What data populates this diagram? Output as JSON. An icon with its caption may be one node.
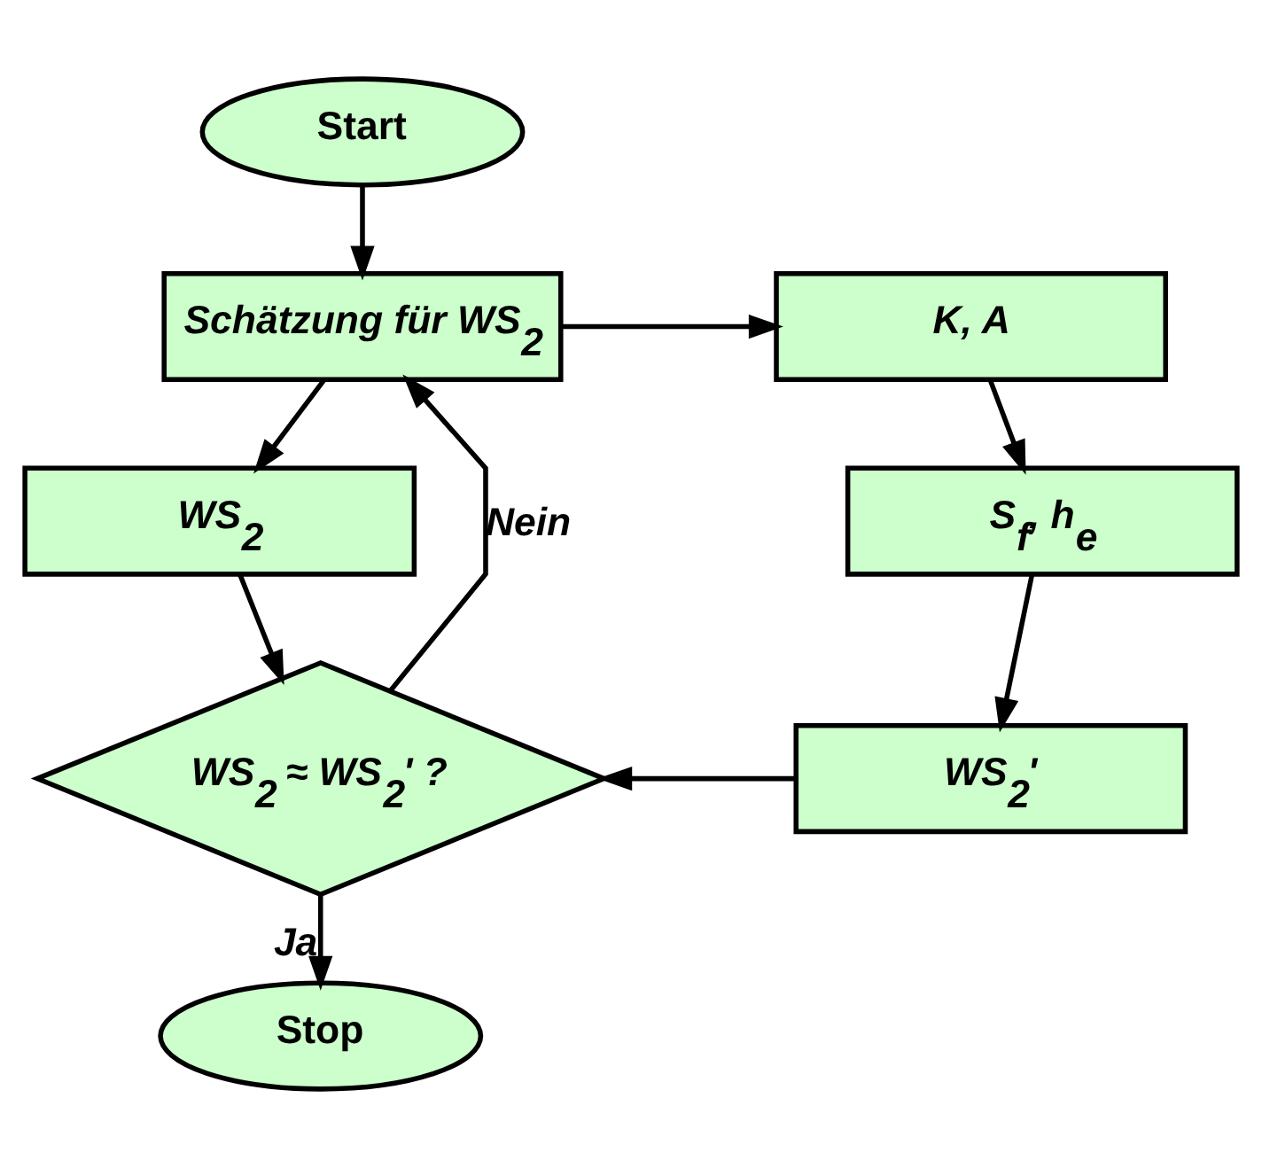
{
  "diagram": {
    "nodes": [
      {
        "text": [
          "Start"
        ]
      },
      {
        "text": [
          "Schätzung für WS$_{2}$"
        ]
      },
      {
        "text": [
          "K, A"
        ]
      },
      {
        "text": [
          "WS$_{2}$"
        ]
      },
      {
        "text": [
          "S$_{f}$, h$_{e}$"
        ]
      },
      {
        "text": [
          "WS$_{2}$ ≈ WS$_{2}$' ?"
        ]
      },
      {
        "text": [
          "WS$_{2}$'"
        ]
      },
      {
        "text": [
          "Stop"
        ]
      }
    ],
    "edges": [
      {
        "from": 0,
        "to": 1,
        "arrow": "to"
      },
      {
        "from": 1,
        "to": 2,
        "arrow": "to"
      },
      {
        "from": 1,
        "to": 3,
        "arrow": "to"
      },
      {
        "from": 2,
        "to": 4,
        "arrow": "to"
      },
      {
        "from": 3,
        "to": 5,
        "arrow": "to"
      },
      {
        "from": 4,
        "to": 6,
        "arrow": "to"
      },
      {
        "from": 6,
        "to": 5,
        "arrow": "to"
      },
      {
        "from": 5,
        "to": 1,
        "arrow": "to",
        "label": "Nein"
      },
      {
        "from": 5,
        "to": 7,
        "arrow": "to",
        "label": "Ja"
      }
    ]
  }
}
